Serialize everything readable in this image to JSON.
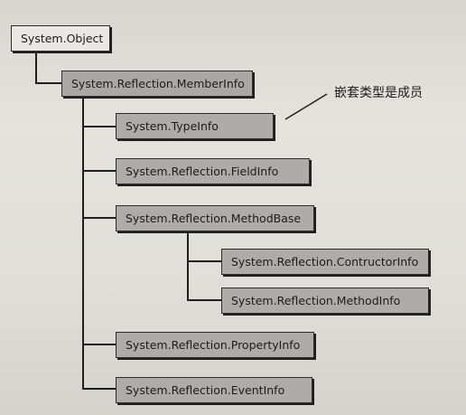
{
  "diagram": {
    "nodes": {
      "root": "System.Object",
      "member_info": "System.Reflection.MemberInfo",
      "type_info": "System.TypeInfo",
      "field_info": "System.Reflection.FieldInfo",
      "method_base": "System.Reflection.MethodBase",
      "constructor_info": "System.Reflection.ContructorInfo",
      "method_info": "System.Reflection.MethodInfo",
      "property_info": "System.Reflection.PropertyInfo",
      "event_info": "System.Reflection.EventInfo"
    },
    "annotation": "嵌套类型是成员"
  },
  "colors": {
    "root_fill": "#e9e8e4",
    "node_fill": "#adaca8",
    "line": "#1f1f1f",
    "background": "#dcdbd6"
  }
}
